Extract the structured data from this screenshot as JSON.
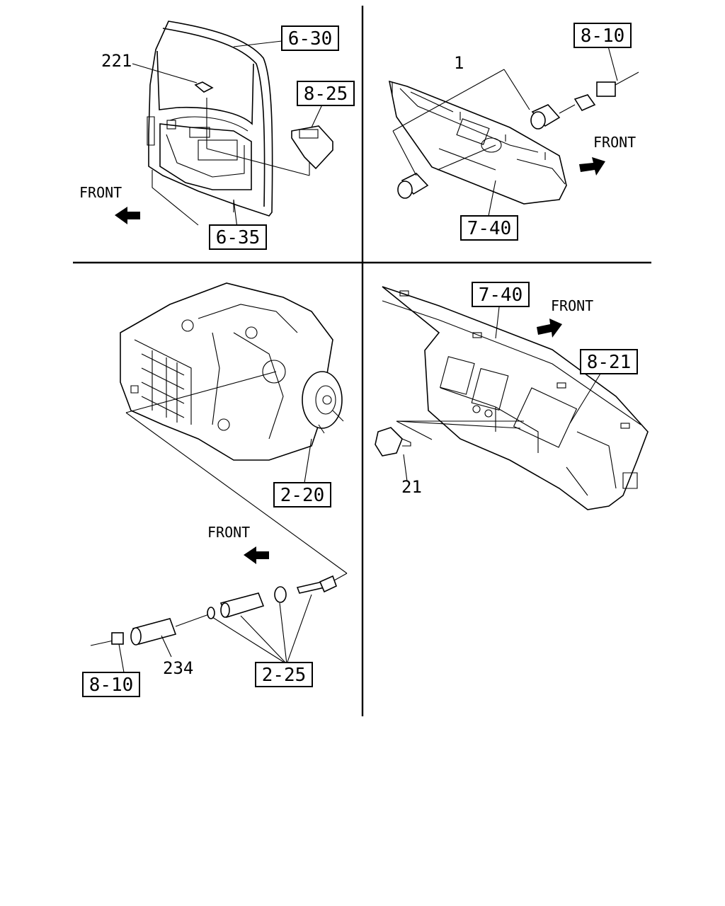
{
  "panels": {
    "door": {
      "ref_6_30": "6-30",
      "ref_8_25": "8-25",
      "ref_6_35": "6-35",
      "part_221": "221",
      "front": "FRONT"
    },
    "dash_switch": {
      "part_1": "1",
      "ref_8_10": "8-10",
      "ref_7_40": "7-40",
      "front": "FRONT"
    },
    "transmission": {
      "ref_2_20": "2-20",
      "front": "FRONT",
      "ref_8_10": "8-10",
      "part_234": "234",
      "ref_2_25": "2-25"
    },
    "instrument_panel": {
      "ref_7_40": "7-40",
      "front": "FRONT",
      "ref_8_21": "8-21",
      "part_21": "21"
    }
  }
}
